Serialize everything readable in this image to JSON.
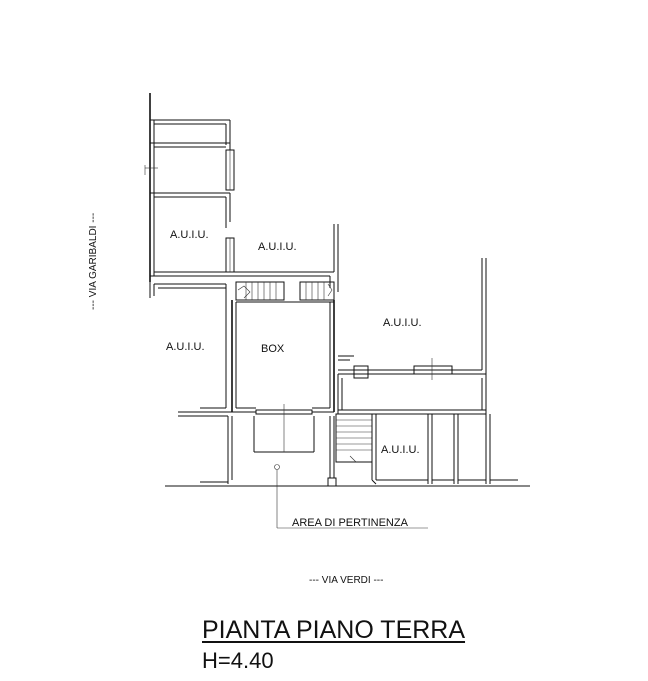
{
  "drawing": {
    "title": "PIANTA PIANO TERRA",
    "height_label": "H=4.40"
  },
  "rooms": {
    "auiu_top_left": "A.U.I.U.",
    "auiu_top_middle": "A.U.I.U.",
    "auiu_middle_left": "A.U.I.U.",
    "auiu_right": "A.U.I.U.",
    "auiu_bottom_right": "A.U.I.U.",
    "box": "BOX"
  },
  "annotations": {
    "area_pertinenza": "AREA DI PERTINENZA"
  },
  "streets": {
    "via_garibaldi": "--- VIA GARIBALDI ---",
    "via_verdi": "--- VIA VERDI ---"
  },
  "colors": {
    "line": "#111111",
    "background": "#ffffff"
  }
}
